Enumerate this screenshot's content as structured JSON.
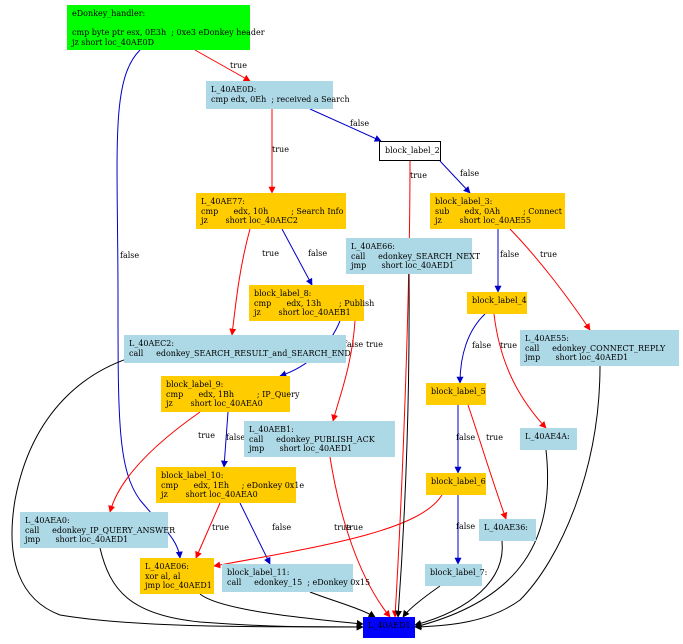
{
  "colors": {
    "entry": "#00ff00",
    "plain": "#add8e6",
    "cond": "#ffcc00",
    "exit": "#0000ff",
    "edge_true": "#ff0000",
    "edge_false": "#0000c8",
    "edge_uncond": "#000000"
  },
  "nodes": {
    "n_handler": {
      "lines": [
        "eDonkey_handler:",
        "",
        "cmp byte ptr esx, 0E3h  ; 0xe3 eDonkey header",
        "jz short loc_40AE0D"
      ]
    },
    "n_0d": {
      "lines": [
        "L_40AE0D:",
        "cmp edx, 0Eh  ; received a Search"
      ]
    },
    "n_b2": {
      "lines": [
        "block_label_2"
      ]
    },
    "n_77": {
      "lines": [
        "L_40AE77:        ",
        "cmp      edx, 10h         ; Search Info",
        "jz       short loc_40AEC2"
      ]
    },
    "n_b3": {
      "lines": [
        "block_label_3:",
        "sub      edx, 0Ah         ; Connect",
        "jz       short loc_40AE55"
      ]
    },
    "n_66": {
      "lines": [
        "L_40AE66:",
        "call     edonkey_SEARCH_NEXT",
        "jmp      short loc_40AED1"
      ]
    },
    "n_b8": {
      "lines": [
        "block_label_8:",
        "cmp      edx, 13h       ; Publish",
        "jz       short loc_40AEB1"
      ]
    },
    "n_b4": {
      "lines": [
        "block_label_4"
      ]
    },
    "n_55": {
      "lines": [
        "L_40AE55:",
        "call     edonkey_CONNECT_REPLY",
        "jmp      short loc_40AED1"
      ]
    },
    "n_c2": {
      "lines": [
        "L_40AEC2:",
        "call     edonkey_SEARCH_RESULT_and_SEARCH_END"
      ]
    },
    "n_b9": {
      "lines": [
        "block_label_9:",
        "cmp      edx, 1Bh         ; IP_Query",
        "jz       short loc_40AEA0"
      ]
    },
    "n_b5": {
      "lines": [
        "block_label_5"
      ]
    },
    "n_b1": {
      "lines": [
        "L_40AEB1:",
        "call     edonkey_PUBLISH_ACK",
        "jmp      short loc_40AED1"
      ]
    },
    "n_4a": {
      "lines": [
        "L_40AE4A:"
      ]
    },
    "n_b10": {
      "lines": [
        "block_label_10:",
        "cmp      edx, 1Eh     ; eDonkey 0x1e",
        "jz       short loc_40AEA0"
      ]
    },
    "n_b6": {
      "lines": [
        "block_label_6"
      ]
    },
    "n_a0": {
      "lines": [
        "L_40AEA0:",
        "call     edonkey_IP_QUERY_ANSWER",
        "jmp      short loc_40AED1"
      ]
    },
    "n_36": {
      "lines": [
        "L_40AE36:"
      ]
    },
    "n_06": {
      "lines": [
        "L_40AE06:",
        "xor al, al",
        "jmp loc_40AED1"
      ]
    },
    "n_b11": {
      "lines": [
        "block_label_11:",
        "call     edonkey_15  ; eDonkey 0x15"
      ]
    },
    "n_b7": {
      "lines": [
        "block_label_7:"
      ]
    },
    "n_d1": {
      "lines": [
        "L_40AED1:"
      ]
    }
  },
  "edge_labels": {
    "true": "true",
    "false": "false"
  },
  "edges": [
    {
      "from": "n_handler",
      "to": "n_0d",
      "kind": "true"
    },
    {
      "from": "n_handler",
      "to": "n_06",
      "kind": "false"
    },
    {
      "from": "n_0d",
      "to": "n_77",
      "kind": "true"
    },
    {
      "from": "n_0d",
      "to": "n_b2",
      "kind": "false"
    },
    {
      "from": "n_b2",
      "to": "n_b3",
      "kind": "false"
    },
    {
      "from": "n_b2",
      "to": "n_d1",
      "kind": "true"
    },
    {
      "from": "n_77",
      "to": "n_c2",
      "kind": "true"
    },
    {
      "from": "n_77",
      "to": "n_b8",
      "kind": "false"
    },
    {
      "from": "n_b3",
      "to": "n_b4",
      "kind": "false"
    },
    {
      "from": "n_b3",
      "to": "n_55",
      "kind": "true"
    },
    {
      "from": "n_b8",
      "to": "n_b9",
      "kind": "false"
    },
    {
      "from": "n_b8",
      "to": "n_b1",
      "kind": "true"
    },
    {
      "from": "n_b4",
      "to": "n_b5",
      "kind": "false"
    },
    {
      "from": "n_b4",
      "to": "n_4a",
      "kind": "true"
    },
    {
      "from": "n_b9",
      "to": "n_a0",
      "kind": "true"
    },
    {
      "from": "n_b9",
      "to": "n_b10",
      "kind": "false"
    },
    {
      "from": "n_b5",
      "to": "n_b6",
      "kind": "false"
    },
    {
      "from": "n_b5",
      "to": "n_36",
      "kind": "true"
    },
    {
      "from": "n_b10",
      "to": "n_06",
      "kind": "true"
    },
    {
      "from": "n_b10",
      "to": "n_b11",
      "kind": "false"
    },
    {
      "from": "n_b6",
      "to": "n_b7",
      "kind": "false"
    },
    {
      "from": "n_b6",
      "to": "n_06",
      "kind": "true"
    },
    {
      "from": "n_c2",
      "to": "n_d1",
      "kind": "uncond"
    },
    {
      "from": "n_55",
      "to": "n_d1",
      "kind": "uncond"
    },
    {
      "from": "n_b1",
      "to": "n_d1",
      "kind": "true"
    },
    {
      "from": "n_a0",
      "to": "n_d1",
      "kind": "uncond"
    },
    {
      "from": "n_06",
      "to": "n_d1",
      "kind": "uncond"
    },
    {
      "from": "n_b11",
      "to": "n_d1",
      "kind": "uncond"
    },
    {
      "from": "n_b7",
      "to": "n_d1",
      "kind": "uncond"
    },
    {
      "from": "n_36",
      "to": "n_d1",
      "kind": "uncond"
    },
    {
      "from": "n_4a",
      "to": "n_d1",
      "kind": "uncond"
    },
    {
      "from": "n_66",
      "to": "n_d1",
      "kind": "uncond"
    }
  ]
}
